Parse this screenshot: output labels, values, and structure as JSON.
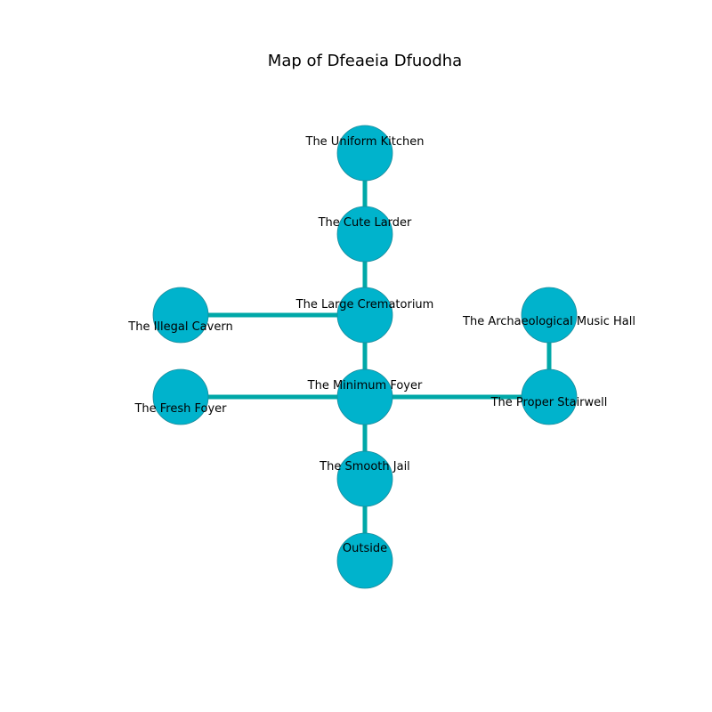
{
  "title": "Map of Dfeaeia Dfuodha",
  "colors": {
    "node_fill": "#00b3cc",
    "node_stroke": "#1a8a9a",
    "edge": "#00a8a8",
    "background": "#ffffff"
  },
  "rooms": [
    {
      "id": "uniform-kitchen",
      "label": "The Uniform Kitchen"
    },
    {
      "id": "cute-larder",
      "label": "The Cute Larder"
    },
    {
      "id": "large-crematorium",
      "label": "The Large Crematorium"
    },
    {
      "id": "illegal-cavern",
      "label": "The Illegal Cavern"
    },
    {
      "id": "archaeological-music-hall",
      "label": "The Archaeological Music Hall"
    },
    {
      "id": "minimum-foyer",
      "label": "The Minimum Foyer"
    },
    {
      "id": "fresh-foyer",
      "label": "The Fresh Foyer"
    },
    {
      "id": "proper-stairwell",
      "label": "The Proper Stairwell"
    },
    {
      "id": "smooth-jail",
      "label": "The Smooth Jail"
    },
    {
      "id": "outside",
      "label": "Outside"
    }
  ],
  "connections": [
    [
      "uniform-kitchen",
      "cute-larder"
    ],
    [
      "cute-larder",
      "large-crematorium"
    ],
    [
      "large-crematorium",
      "illegal-cavern"
    ],
    [
      "large-crematorium",
      "minimum-foyer"
    ],
    [
      "minimum-foyer",
      "fresh-foyer"
    ],
    [
      "minimum-foyer",
      "proper-stairwell"
    ],
    [
      "minimum-foyer",
      "smooth-jail"
    ],
    [
      "proper-stairwell",
      "archaeological-music-hall"
    ],
    [
      "smooth-jail",
      "outside"
    ]
  ]
}
